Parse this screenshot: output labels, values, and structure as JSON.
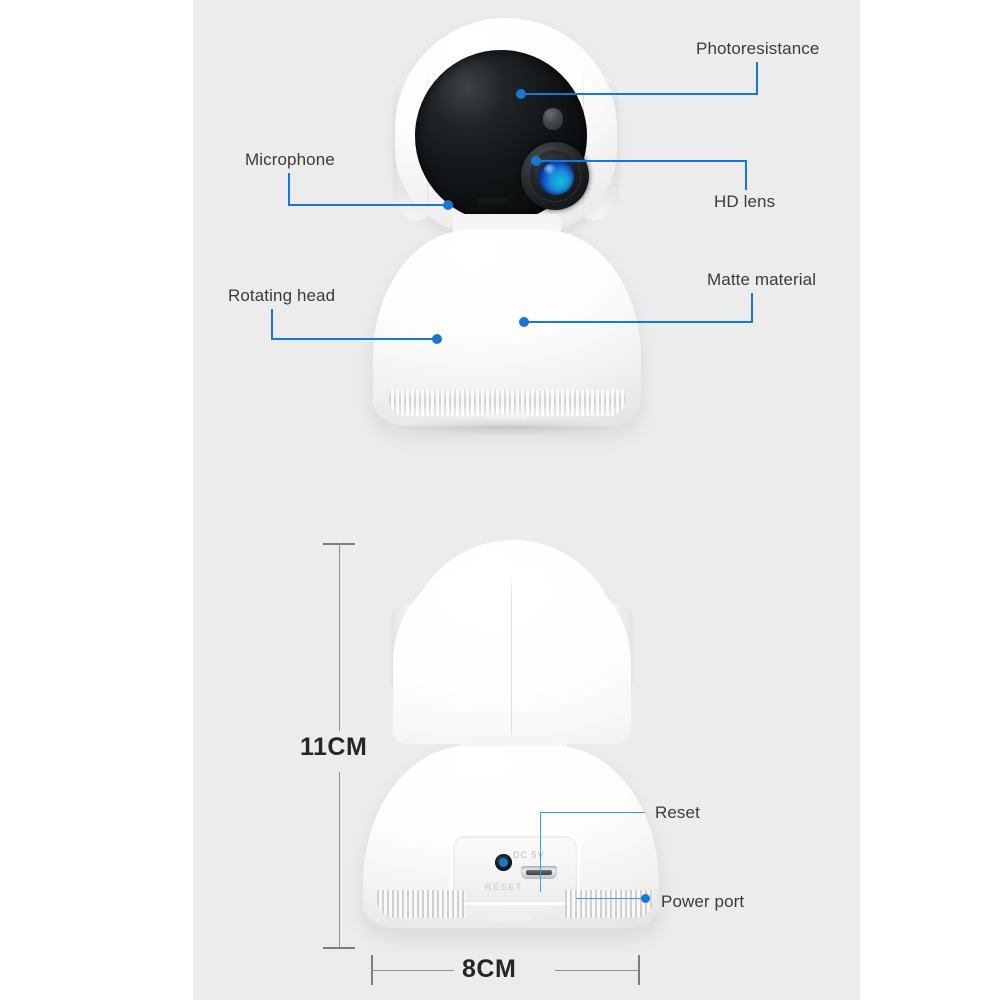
{
  "figure": {
    "title_visible": false,
    "background_color": "#ececec",
    "page_color": "#ffffff",
    "accent_color": "#1877d2",
    "dimension_line_color": "#8e8e8e",
    "label_text_color": "#3b3b3b"
  },
  "front_view": {
    "callouts": [
      {
        "id": "photoresistance",
        "label": "Photoresistance"
      },
      {
        "id": "hd-lens",
        "label": "HD lens"
      },
      {
        "id": "microphone",
        "label": "Microphone"
      },
      {
        "id": "rotating-head",
        "label": "Rotating head"
      },
      {
        "id": "matte-material",
        "label": "Matte material"
      }
    ]
  },
  "rear_view": {
    "callouts": [
      {
        "id": "reset",
        "label": "Reset"
      },
      {
        "id": "power-port",
        "label": "Power port"
      }
    ],
    "device_markings": {
      "dc_label": "DC  5V",
      "reset_label": "RESET"
    }
  },
  "dimensions": {
    "height": {
      "value": "11CM",
      "orientation": "vertical"
    },
    "width": {
      "value": "8CM",
      "orientation": "horizontal"
    }
  }
}
